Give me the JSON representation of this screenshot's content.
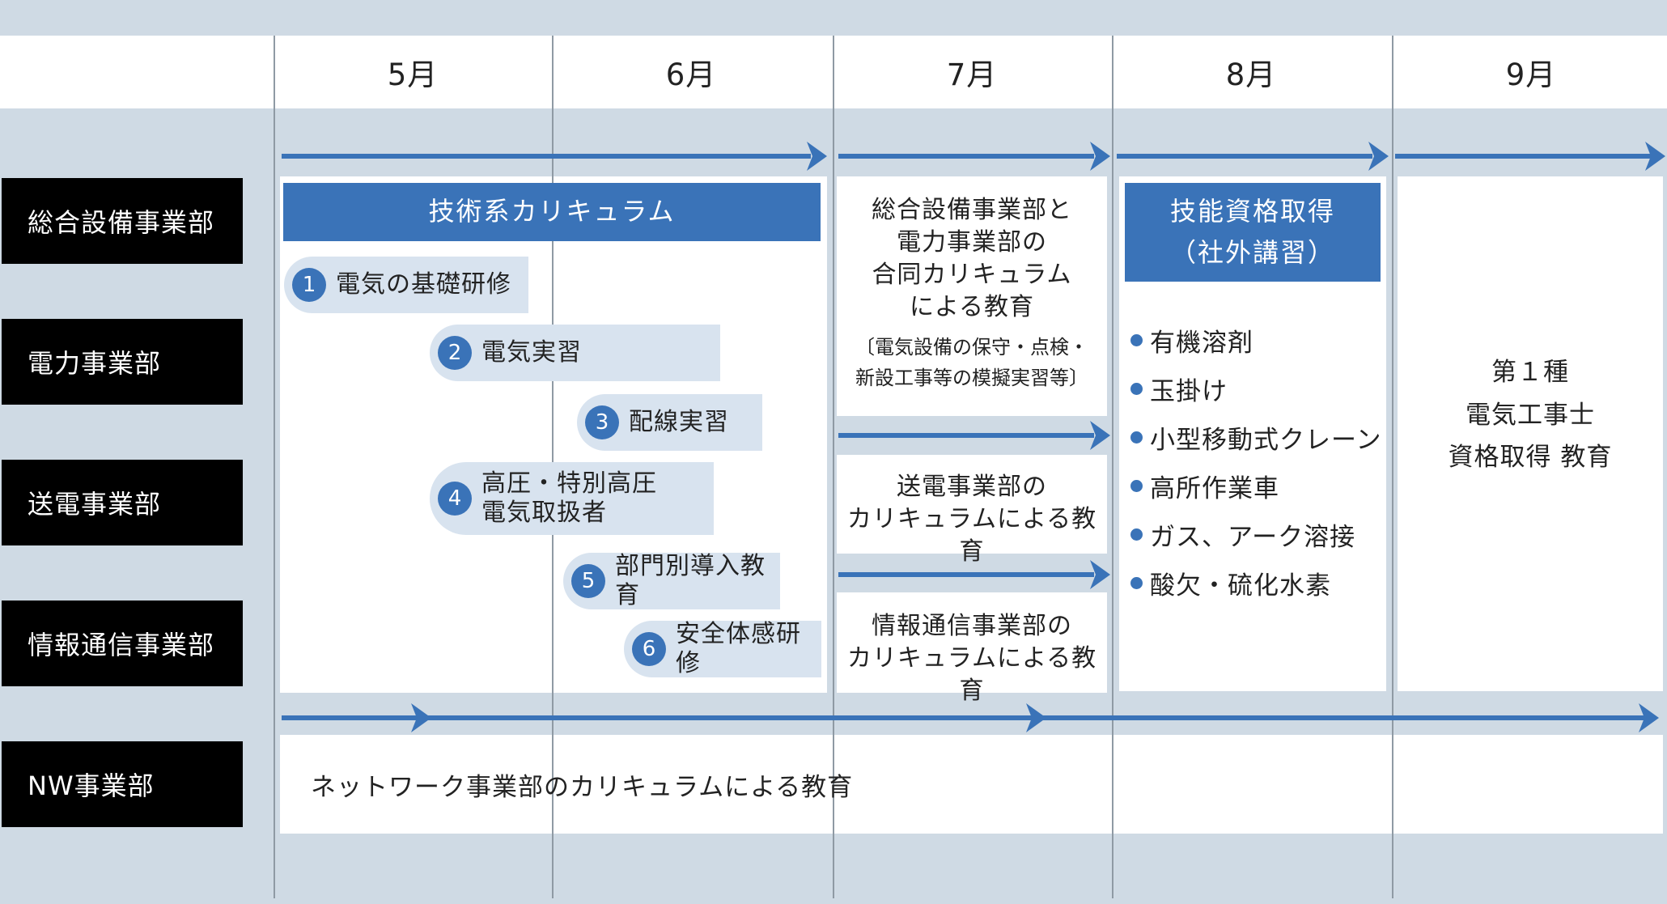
{
  "months": [
    "5月",
    "6月",
    "7月",
    "8月",
    "9月"
  ],
  "departments": [
    "総合設備事業部",
    "電力事業部",
    "送電事業部",
    "情報通信事業部",
    "NW事業部"
  ],
  "tech_curriculum": {
    "title": "技術系カリキュラム",
    "steps": [
      {
        "num": "1",
        "label": "電気の基礎研修"
      },
      {
        "num": "2",
        "label": "電気実習"
      },
      {
        "num": "3",
        "label": "配線実習"
      },
      {
        "num": "4",
        "label": "高圧・特別高圧\n電気取扱者"
      },
      {
        "num": "5",
        "label": "部門別導入教育"
      },
      {
        "num": "6",
        "label": "安全体感研修"
      }
    ]
  },
  "july": {
    "joint": "総合設備事業部と\n電力事業部の\n合同カリキュラム\nによる教育",
    "joint_note": "〔電気設備の保守・点検・\n新設工事等の模擬実習等〕",
    "transmission": "送電事業部の\nカリキュラムによる教育",
    "telecom": "情報通信事業部の\nカリキュラムによる教育"
  },
  "august": {
    "title": "技能資格取得\n（社外講習）",
    "items": [
      "有機溶剤",
      "玉掛け",
      "小型移動式クレーン",
      "高所作業車",
      "ガス、アーク溶接",
      "酸欠・硫化水素"
    ]
  },
  "september": {
    "text": "第１種\n電気工事士\n資格取得 教育"
  },
  "nw": {
    "text": "ネットワーク事業部のカリキュラムによる教育"
  },
  "colors": {
    "accent_blue": "#3a73b8",
    "background": "#cfdae4",
    "step_fill": "#d8e3ef",
    "label_black": "#000000"
  }
}
